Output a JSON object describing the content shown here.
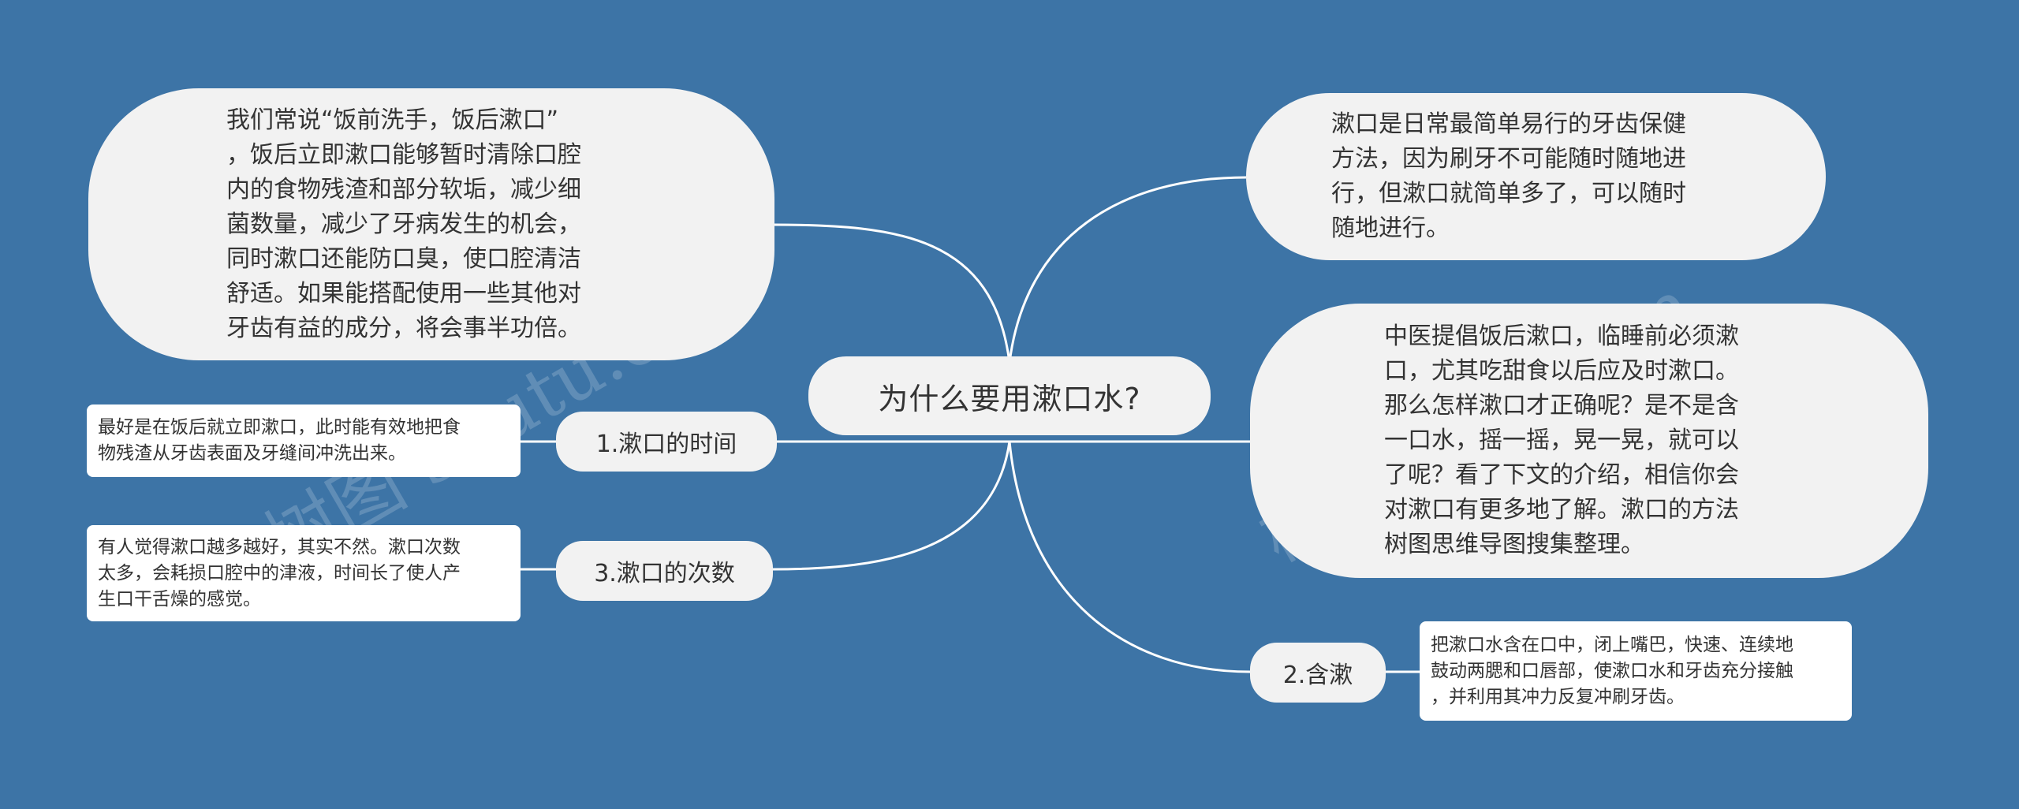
{
  "colors": {
    "background": "#3d74a6",
    "node_fill": "#f2f2f2",
    "card_fill": "#ffffff",
    "connector": "#ffffff",
    "text": "#333333"
  },
  "root": {
    "label": "为什么要用漱口水?"
  },
  "left": {
    "intro": "我们常说“饭前洗手，饭后漱口”\n，饭后立即漱口能够暂时清除口腔\n内的食物残渣和部分软垢，减少细\n菌数量，减少了牙病发生的机会，\n同时漱口还能防口臭，使口腔清洁\n舒适。如果能搭配使用一些其他对\n牙齿有益的成分，将会事半功倍。",
    "time": {
      "label": "1.漱口的时间",
      "detail": "最好是在饭后就立即漱口，此时能有效地把食\n物残渣从牙齿表面及牙缝间冲洗出来。"
    },
    "count": {
      "label": "3.漱口的次数",
      "detail": "有人觉得漱口越多越好，其实不然。漱口次数\n太多，会耗损口腔中的津液，时间长了使人产\n生口干舌燥的感觉。"
    }
  },
  "right": {
    "top": "漱口是日常最简单易行的牙齿保健\n方法，因为刷牙不可能随时随地进\n行，但漱口就简单多了，可以随时\n随地进行。",
    "middle": "中医提倡饭后漱口，临睡前必须漱\n口，尤其吃甜食以后应及时漱口。\n那么怎样漱口才正确呢？是不是含\n一口水，摇一摇，晃一晃，就可以\n了呢？看了下文的介绍，相信你会\n对漱口有更多地了解。漱口的方法\n树图思维导图搜集整理。",
    "rinse": {
      "label": "2.含漱",
      "detail": "把漱口水含在口中，闭上嘴巴，快速、连续地\n鼓动两腮和口唇部，使漱口水和牙齿充分接触\n，并利用其冲力反复冲刷牙齿。"
    }
  },
  "watermarks": [
    "树图 shutu.cn",
    "树图 shutu.cn"
  ]
}
